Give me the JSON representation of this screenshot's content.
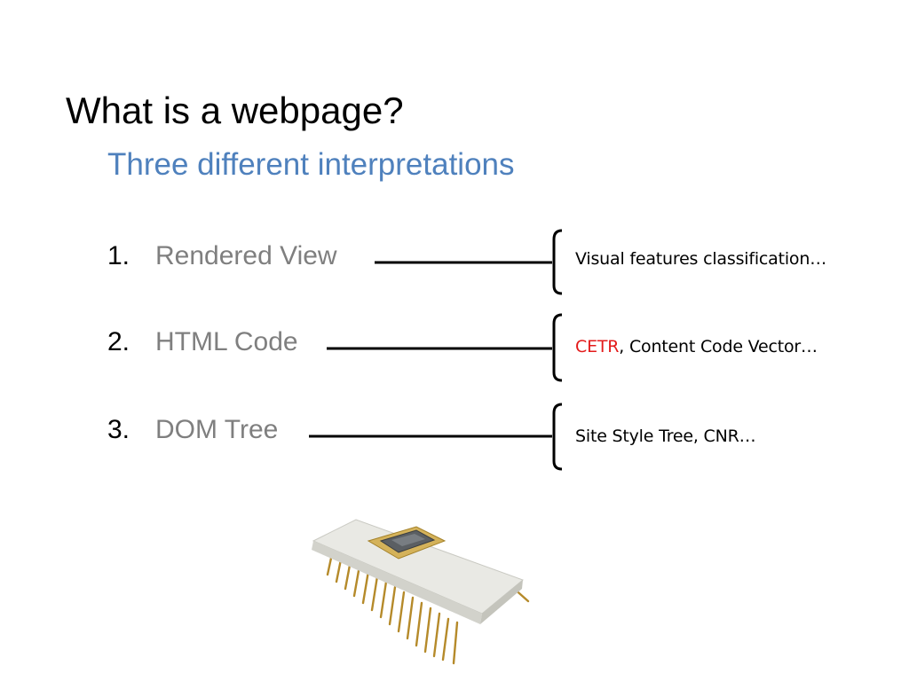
{
  "slide": {
    "title": "What is a webpage?",
    "subtitle": "Three different interpretations",
    "items": [
      {
        "number": "1.",
        "label": "Rendered View"
      },
      {
        "number": "2.",
        "label": "HTML Code"
      },
      {
        "number": "3.",
        "label": "DOM Tree"
      }
    ],
    "notes": [
      {
        "text": "Visual features classification…"
      },
      {
        "highlight": "CETR",
        "text": ", Content Code Vector…"
      },
      {
        "text": "Site Style Tree, CNR…"
      }
    ]
  },
  "colors": {
    "subtitle": "#4f81bd",
    "item_label": "#7f7f7f",
    "highlight": "#e31b1b",
    "line": "#000000"
  },
  "image": {
    "icon": "microchip-icon"
  }
}
